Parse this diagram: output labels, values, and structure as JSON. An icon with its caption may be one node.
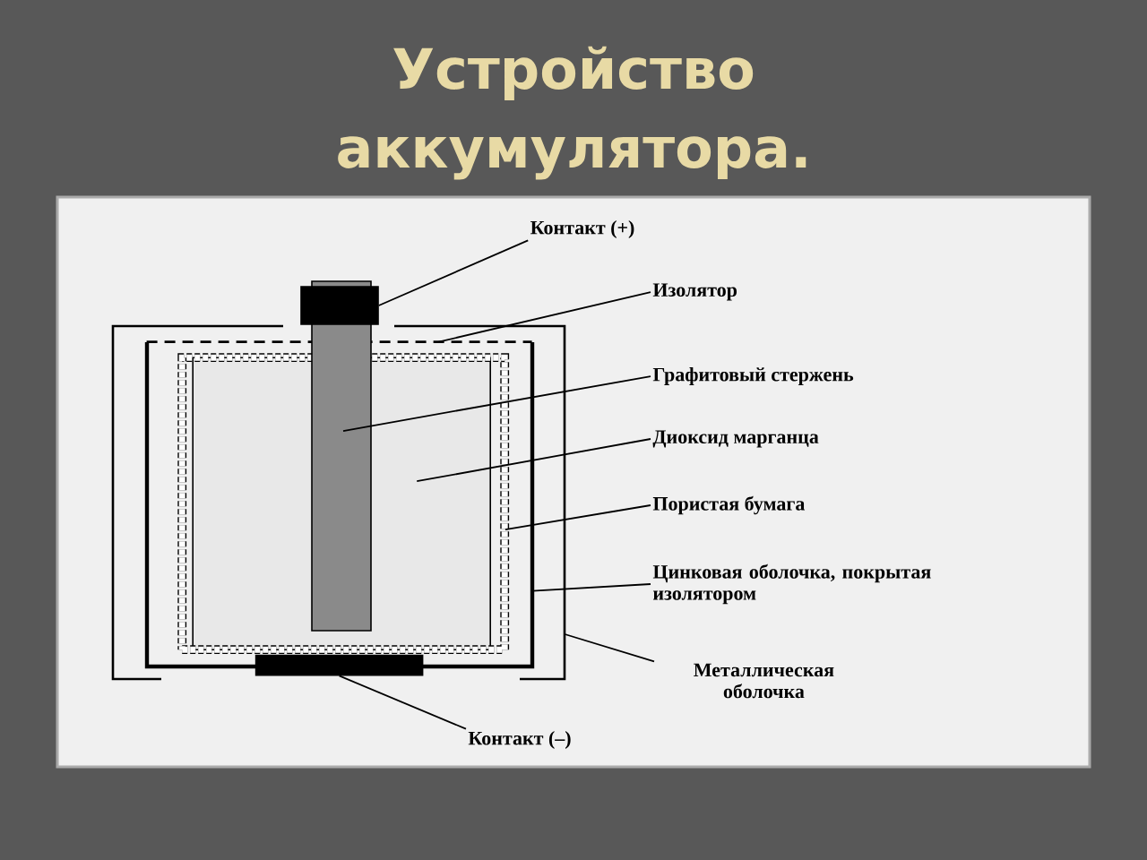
{
  "diagram": {
    "title": "Устройство аккумулятора.",
    "nodes": [
      {
        "text": [
          "Контакт (+)"
        ]
      },
      {
        "text": [
          "Изолятор"
        ]
      },
      {
        "text": [
          "Графитовый стержень"
        ]
      },
      {
        "text": [
          "Диоксид марганца"
        ]
      },
      {
        "text": [
          "Пористая бумага"
        ]
      },
      {
        "text": [
          "Цинковая оболочка, покрытая изолятором"
        ]
      },
      {
        "text": [
          "Металлическая оболочка"
        ]
      },
      {
        "text": [
          "Контакт (–)"
        ]
      },
      {
        "text": [],
        "shape": "bar"
      },
      {
        "text": [],
        "shape": "line",
        "in": 14
      },
      {
        "text": [],
        "shape": "bar"
      },
      {
        "text": [],
        "shape": "box",
        "in": 13
      },
      {
        "text": [],
        "shape": "box",
        "in": 13
      },
      {
        "text": [],
        "shape": "frame",
        "in": 14
      },
      {
        "text": [],
        "shape": "frame"
      },
      {
        "text": [],
        "shape": "bar",
        "in": 14
      }
    ],
    "edges": [
      {
        "from": 0,
        "to": 8,
        "arrow": "none"
      },
      {
        "from": 1,
        "to": 9,
        "arrow": "none"
      },
      {
        "from": 2,
        "to": 10,
        "arrow": "none"
      },
      {
        "from": 3,
        "to": 11,
        "arrow": "none"
      },
      {
        "from": 4,
        "to": 12,
        "arrow": "none"
      },
      {
        "from": 5,
        "to": 13,
        "arrow": "none"
      },
      {
        "from": 6,
        "to": 14,
        "arrow": "none"
      },
      {
        "from": 7,
        "to": 15,
        "arrow": "none"
      }
    ]
  }
}
